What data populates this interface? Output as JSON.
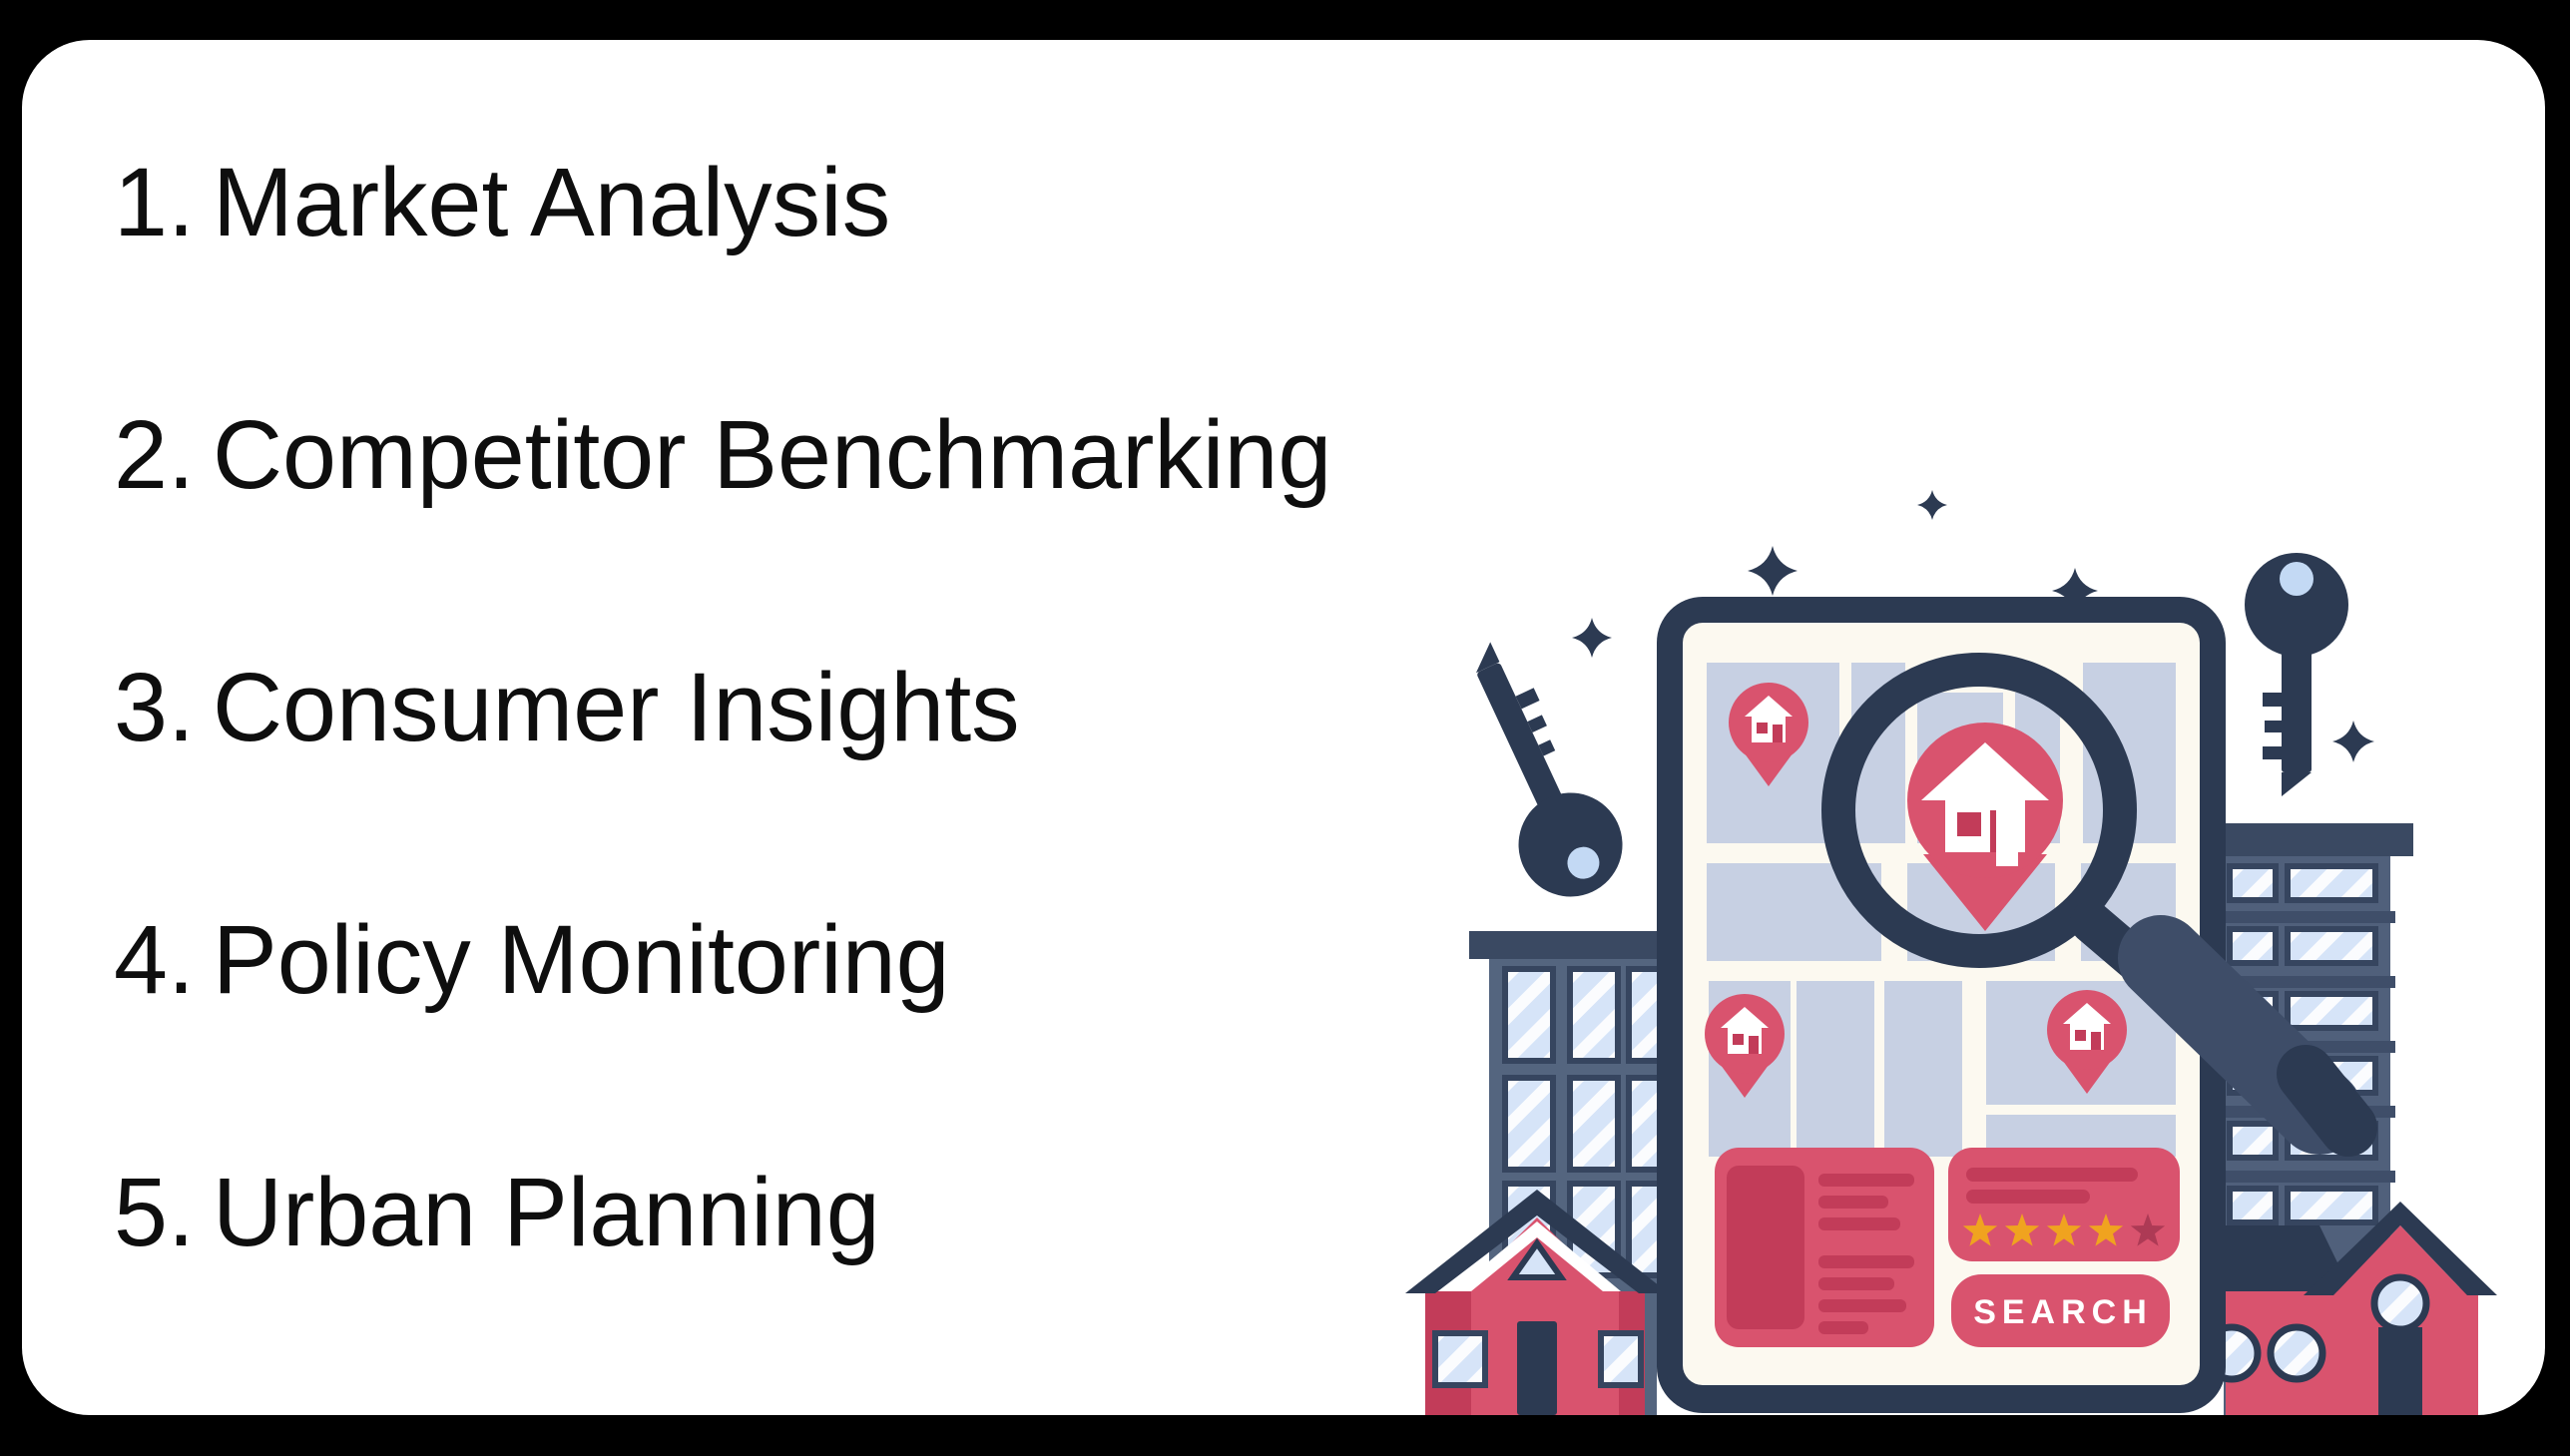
{
  "page": {
    "background": "#000000"
  },
  "card": {
    "background": "#ffffff",
    "text_color": "#0e0e0e"
  },
  "list": {
    "items": [
      {
        "number": "1.",
        "label": "Market Analysis"
      },
      {
        "number": "2.",
        "label": "Competitor Benchmarking"
      },
      {
        "number": "3.",
        "label": "Consumer Insights"
      },
      {
        "number": "4.",
        "label": "Policy Monitoring"
      },
      {
        "number": "5.",
        "label": "Urban Planning"
      }
    ]
  },
  "illustration": {
    "search_button": {
      "label": "SEARCH"
    },
    "rating": {
      "stars_total": 5,
      "stars_filled": 4
    },
    "map_pins_count": 3,
    "sparkles_count": 5
  },
  "theme": {
    "colors": {
      "page_bg": "#000000",
      "card_bg": "#ffffff",
      "ink": "#0e0e0e",
      "navy": "#2c3a52",
      "red": "#d9536e",
      "red_dark": "#c23c59",
      "cream": "#fcf9f0",
      "tile": "#c7d0e3",
      "glass": "#d6e4f8",
      "slate_left": "#54657f",
      "slate_right": "#50607b",
      "cornice": "#3a4962",
      "ledge": "#3f4e69",
      "grip": "#3e4d68",
      "keyhole": "#c3d9f4",
      "gold": "#f0a31f",
      "star_dim": "#ad3a55",
      "white": "#ffffff",
      "frame_stroke": "#36455f"
    }
  }
}
